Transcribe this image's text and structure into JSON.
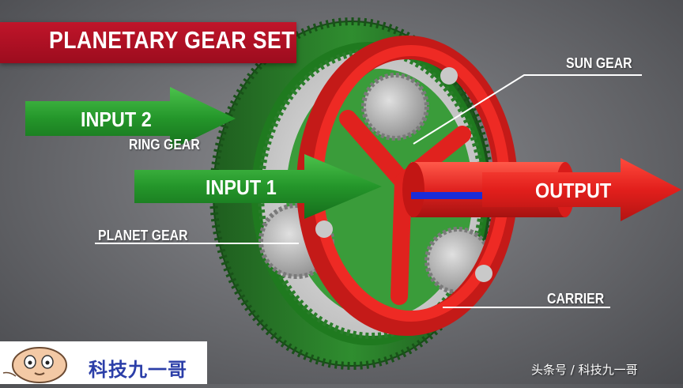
{
  "title": "PLANETARY GEAR SET",
  "arrows": {
    "input2": "INPUT 2",
    "input1": "INPUT 1",
    "output": "OUTPUT"
  },
  "labels": {
    "ring_gear": "RING GEAR",
    "sun_gear": "SUN GEAR",
    "planet_gear": "PLANET GEAR",
    "carrier": "CARRIER"
  },
  "logo": {
    "text": "科技九一哥"
  },
  "watermark": "头条号 / 科技九一哥",
  "colors": {
    "ring_gear": "#2e8a2e",
    "carrier": "#e0201e",
    "arrow_green": "#2aa02a",
    "arrow_red": "#e02020",
    "banner": "#b01226",
    "shaft_stripe": "#1a2cd8"
  }
}
